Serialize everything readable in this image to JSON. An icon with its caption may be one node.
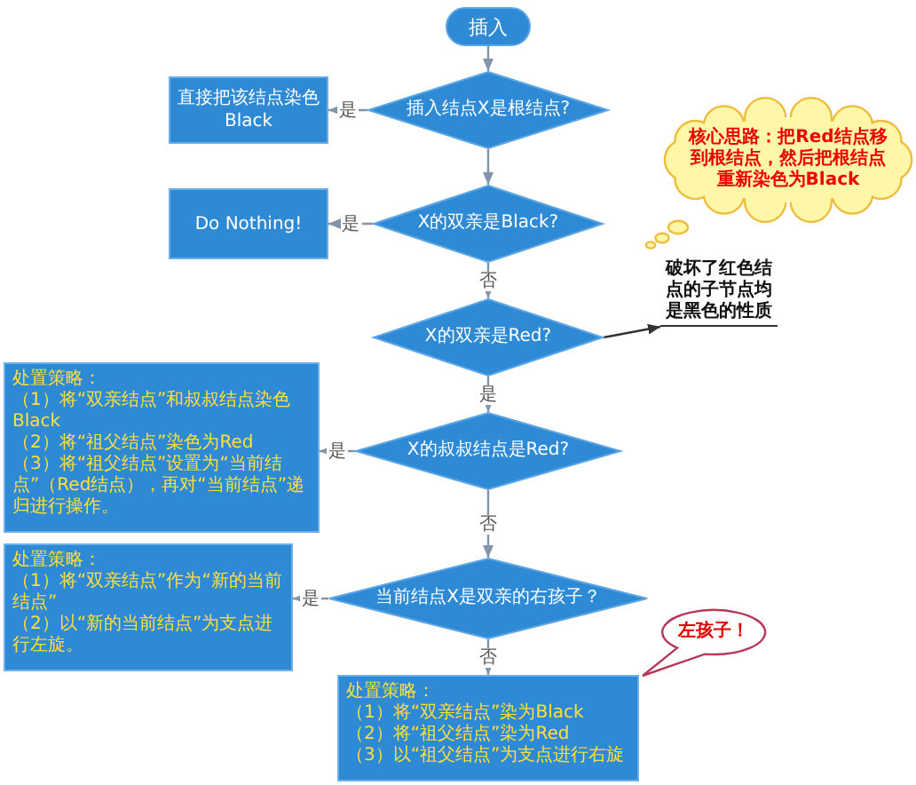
{
  "diagram": {
    "nodes": [
      {
        "text": [
          "插入"
        ]
      },
      {
        "text": [
          "直接把该结点染色Black"
        ]
      },
      {
        "text": [
          "插入结点X是根结点?"
        ]
      },
      {
        "text": [
          "Do Nothing!"
        ]
      },
      {
        "text": [
          "X的双亲是Black?"
        ]
      },
      {
        "text": [
          "破坏了红色结点的子节点均是黑色的性质"
        ]
      },
      {
        "text": [
          "核心思路：把Red结点移到根结点，然后把根结点重新染色为Black"
        ]
      },
      {
        "text": [
          "X的双亲是Red?"
        ]
      },
      {
        "text": [
          "处置策略：",
          "（1）将“双亲结点”和叔叔结点染色Black",
          "（2）将“祖父结点”染色为Red",
          "（3）将“祖父结点”设置为“当前结点”（Red结点），再对“当前结点”递归进行操作。"
        ]
      },
      {
        "text": [
          "X的叔叔结点是Red?"
        ]
      },
      {
        "text": [
          "处置策略：",
          "（1）将“双亲结点”作为“新的当前结点”",
          "（2）以“新的当前结点”为支点进行左旋。"
        ]
      },
      {
        "text": [
          "当前结点X是双亲的右孩子？"
        ]
      },
      {
        "text": [
          "左孩子！"
        ]
      },
      {
        "text": [
          "处置策略：",
          "（1）将“双亲结点”染为Black",
          "（2）将“祖父结点”染为Red",
          "（3）以“祖父结点”为支点进行右旋"
        ]
      }
    ],
    "edges": [
      {
        "from": 0,
        "to": 2,
        "arrow": "to"
      },
      {
        "from": 2,
        "to": 1,
        "arrow": "to",
        "label": "是"
      },
      {
        "from": 2,
        "to": 4,
        "arrow": "to"
      },
      {
        "from": 4,
        "to": 3,
        "arrow": "to",
        "label": "是"
      },
      {
        "from": 4,
        "to": 7,
        "arrow": "to",
        "label": "否"
      },
      {
        "from": 7,
        "to": 5,
        "arrow": "to",
        "color": "#333333"
      },
      {
        "from": 7,
        "to": 9,
        "arrow": "to",
        "label": "是"
      },
      {
        "from": 9,
        "to": 8,
        "arrow": "to",
        "label": "是"
      },
      {
        "from": 9,
        "to": 11,
        "arrow": "to",
        "label": "否"
      },
      {
        "from": 11,
        "to": 10,
        "arrow": "to",
        "label": "是"
      },
      {
        "from": 11,
        "to": 13,
        "arrow": "to",
        "label": "否"
      }
    ]
  }
}
